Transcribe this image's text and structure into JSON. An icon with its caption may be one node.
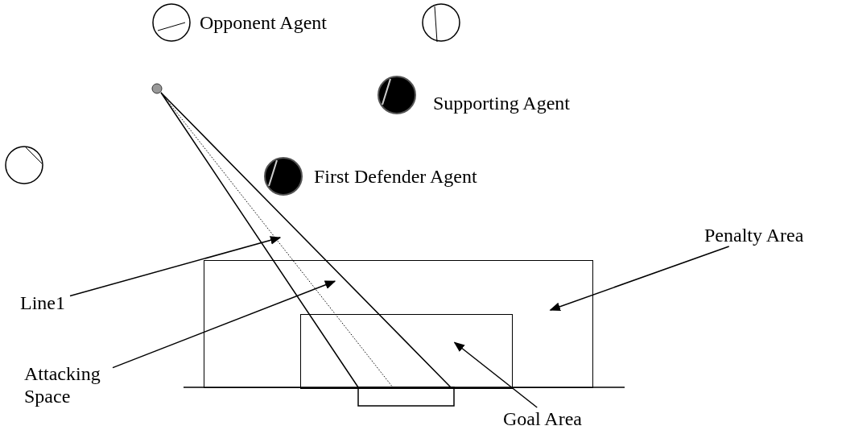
{
  "diagram": {
    "nodes": [
      {
        "text": [
          "Line1"
        ]
      },
      {
        "text": [
          "Attacking Space"
        ]
      },
      {
        "text": [
          "Penalty Area"
        ]
      },
      {
        "text": [
          "Goal Area"
        ]
      },
      {
        "text": [],
        "shape": "box"
      },
      {
        "text": [],
        "shape": "box",
        "in": 4
      },
      {
        "text": [],
        "shape": "triangle"
      },
      {
        "text": [],
        "shape": "line",
        "in": 6
      }
    ],
    "edges": [
      {
        "from": 0,
        "to": 7,
        "arrow": "to"
      },
      {
        "from": 1,
        "to": 6,
        "arrow": "to"
      },
      {
        "from": 2,
        "to": 4,
        "arrow": "to"
      },
      {
        "from": 3,
        "to": 5,
        "arrow": "to"
      }
    ],
    "labels": [
      "Opponent Agent",
      "Supporting Agent",
      "First Defender Agent"
    ]
  }
}
